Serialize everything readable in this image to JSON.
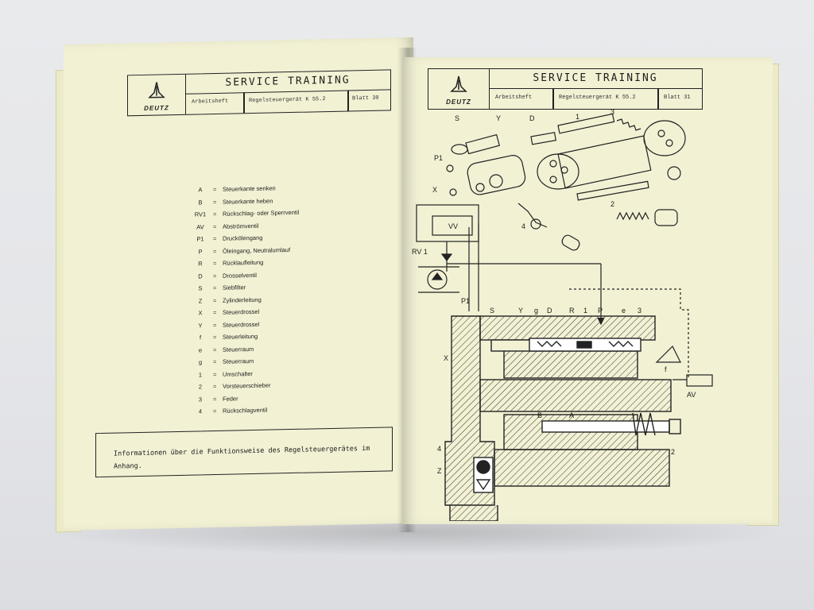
{
  "left_page": {
    "header": {
      "logo_text": "DEUTZ",
      "title": "SERVICE TRAINING",
      "field1": "Arbeitsheft",
      "field2": "Regelsteuergerät K 55.2",
      "field3": "Blatt 30"
    },
    "legend": [
      {
        "key": "A",
        "eq": "=",
        "text": "Steuerkante senken"
      },
      {
        "key": "B",
        "eq": "=",
        "text": "Steuerkante heben"
      },
      {
        "key": "RV1",
        "eq": "=",
        "text": "Rückschlag- oder Sperrventil"
      },
      {
        "key": "AV",
        "eq": "=",
        "text": "Abströmventil"
      },
      {
        "key": "P1",
        "eq": "=",
        "text": "Druckölengang"
      },
      {
        "key": "P",
        "eq": "=",
        "text": "Öleingang, Neutralumlauf"
      },
      {
        "key": "R",
        "eq": "=",
        "text": "Rücklaufleitung"
      },
      {
        "key": "D",
        "eq": "=",
        "text": "Drosselventil"
      },
      {
        "key": "S",
        "eq": "=",
        "text": "Siebfilter"
      },
      {
        "key": "Z",
        "eq": "=",
        "text": "Zylinderleitung"
      },
      {
        "key": "X",
        "eq": "=",
        "text": "Steuerdrossel"
      },
      {
        "key": "Y",
        "eq": "=",
        "text": "Steuerdrossel"
      },
      {
        "key": "f",
        "eq": "=",
        "text": "Steuerleitung"
      },
      {
        "key": "e",
        "eq": "=",
        "text": "Steuerraum"
      },
      {
        "key": "g",
        "eq": "=",
        "text": "Steuerraum"
      },
      {
        "key": "1",
        "eq": "=",
        "text": "Umschalter"
      },
      {
        "key": "2",
        "eq": "=",
        "text": "Vorsteuerschieber"
      },
      {
        "key": "3",
        "eq": "=",
        "text": "Feder"
      },
      {
        "key": "4",
        "eq": "=",
        "text": "Rückschlagventil"
      }
    ],
    "info": "Informationen über die Funktionsweise des Regelsteuergerätes im Anhang."
  },
  "right_page": {
    "header": {
      "logo_text": "DEUTZ",
      "title": "SERVICE TRAINING",
      "field1": "Arbeitsheft",
      "field2": "Regelsteuergerät K 55.2",
      "field3": "Blatt 31"
    },
    "exploded_labels": [
      "S",
      "Y",
      "D",
      "1",
      "3",
      "P1",
      "X",
      "2",
      "4"
    ],
    "circuit_labels": [
      "VV",
      "RV 1"
    ],
    "section_labels": [
      "P1",
      "S",
      "Y",
      "g",
      "D",
      "R",
      "1",
      "P",
      "e",
      "3",
      "X",
      "f",
      "AV",
      "B",
      "A",
      "2",
      "4",
      "Z"
    ]
  },
  "colors": {
    "paper": "#f2f1d4",
    "ink": "#1d1d1b",
    "background": "#e6e7ea"
  }
}
